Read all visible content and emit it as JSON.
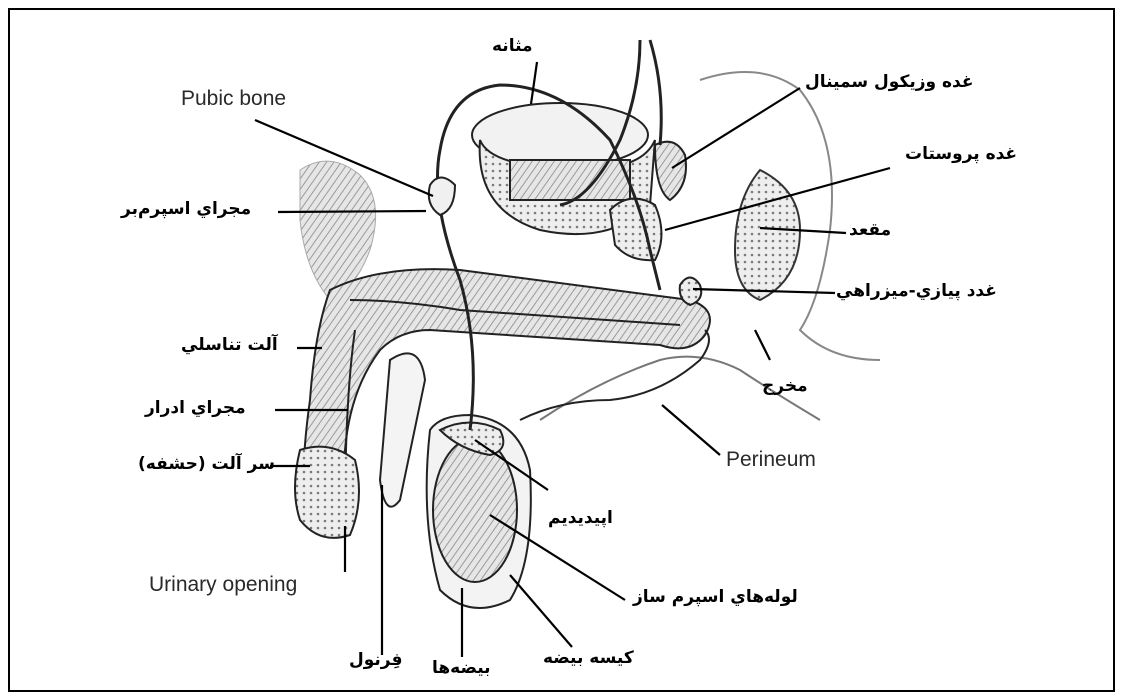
{
  "labels": {
    "bladder": "مثانه",
    "seminal_vesicle": "غده وزيکول سمينال",
    "pubic_bone": "Pubic bone",
    "prostate": "غده پروستات",
    "vas_deferens": "مجراي اسپرم‌بر",
    "rectum": "مقعد",
    "bulbourethral": "غدد پيازي-ميزراهي",
    "penis": "آلت تناسلي",
    "anus": "مخرج",
    "urethra": "مجراي ادرار",
    "perineum": "Perineum",
    "glans": "سر آلت (حشفه)",
    "epididymis": "اپيديديم",
    "urinary_opening": "Urinary opening",
    "seminiferous_tubules": "لوله‌هاي اسپرم ساز",
    "frenulum": "فِرنول",
    "scrotum": "کيسه بيضه",
    "testes": "بيضه‌ها"
  },
  "colors": {
    "line": "#111111",
    "tissue": "#d9d9d9",
    "tissue_dark": "#8a8a8a",
    "frame": "#000000"
  }
}
